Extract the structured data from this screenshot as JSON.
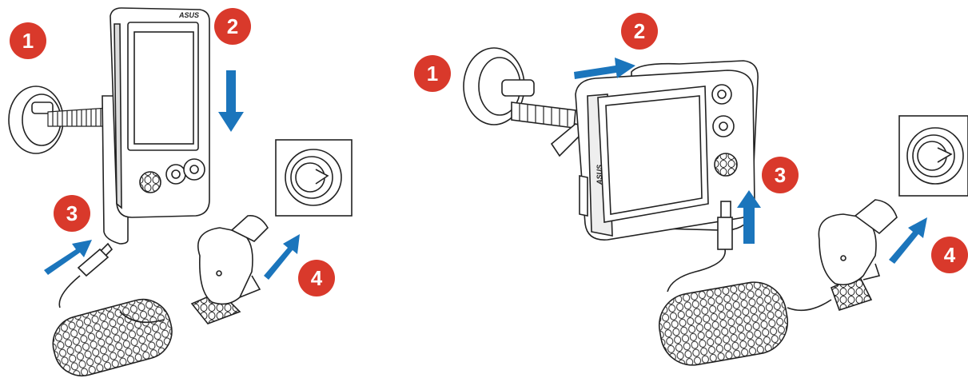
{
  "colors": {
    "badge": "#d9392b",
    "arrow": "#1b75bc",
    "line": "#222222"
  },
  "brand": "ASUS",
  "left_panel": {
    "steps": [
      {
        "label": "1"
      },
      {
        "label": "2"
      },
      {
        "label": "3"
      },
      {
        "label": "4"
      }
    ]
  },
  "right_panel": {
    "steps": [
      {
        "label": "1"
      },
      {
        "label": "2"
      },
      {
        "label": "3"
      },
      {
        "label": "4"
      }
    ]
  },
  "icons": [
    "suction-mount-icon",
    "pda-device-icon",
    "car-charger-icon",
    "power-socket-icon",
    "arrow-icon"
  ]
}
